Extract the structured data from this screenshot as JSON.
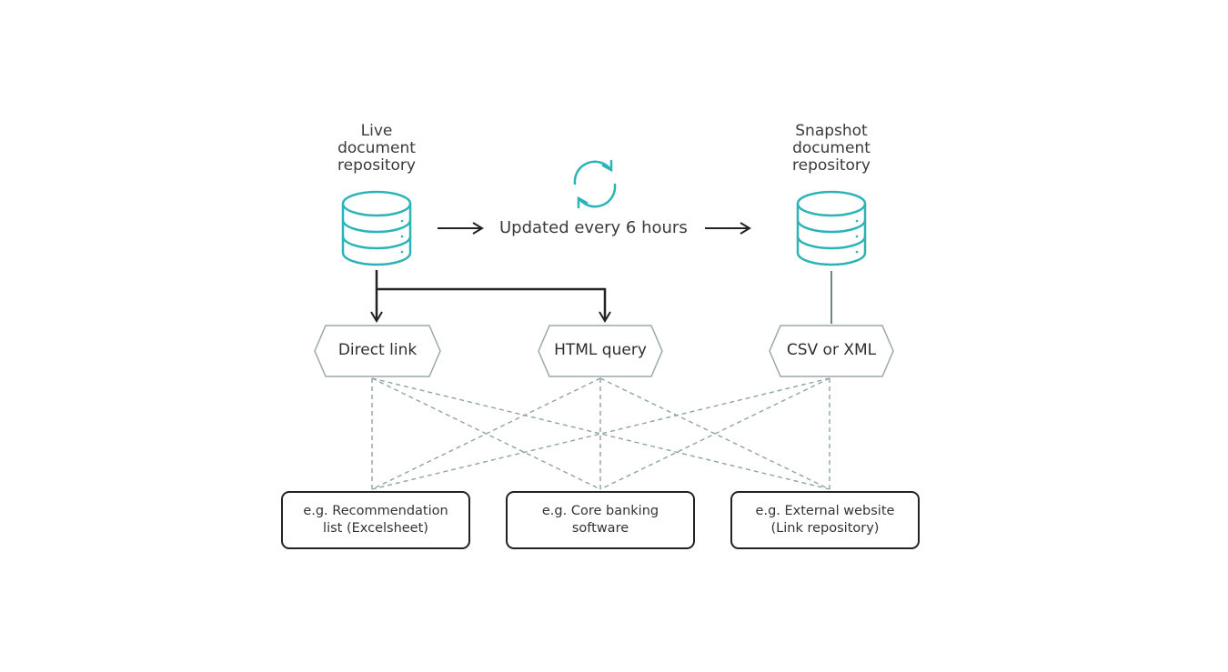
{
  "colors": {
    "accent": "#2bb3b7",
    "line": "#222222",
    "dashed": "#8fa4a2",
    "hex_border": "#9aa9a8"
  },
  "repositories": {
    "live": {
      "label_lines": [
        "Live",
        "document",
        "repository"
      ],
      "icon": "database-icon"
    },
    "snapshot": {
      "label_lines": [
        "Snapshot",
        "document",
        "repository"
      ],
      "icon": "database-icon"
    }
  },
  "sync": {
    "icon": "refresh-icon",
    "label": "Updated every 6 hours"
  },
  "methods": [
    {
      "label": "Direct link"
    },
    {
      "label": "HTML query"
    },
    {
      "label": "CSV or XML"
    }
  ],
  "targets": [
    {
      "lines": [
        "e.g. Recommendation",
        "list (Excelsheet)"
      ]
    },
    {
      "lines": [
        "e.g. Core banking",
        "software"
      ]
    },
    {
      "lines": [
        "e.g. External website",
        "(Link repository)"
      ]
    }
  ]
}
